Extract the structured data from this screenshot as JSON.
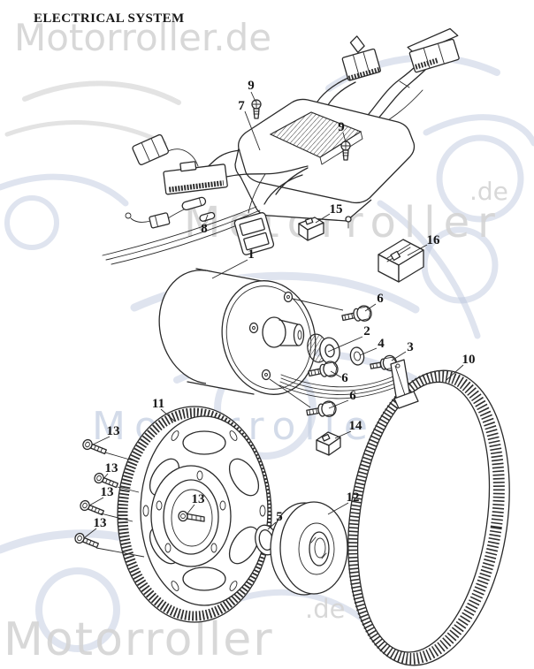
{
  "page": {
    "title": "ELECTRICAL SYSTEM"
  },
  "watermark": {
    "full": "Motorroller.de",
    "brand": "Motorroller",
    "tld": ".de"
  },
  "colors": {
    "ink": "#161616",
    "line": "#2a2a2a",
    "watermark_gray": "#d4d4d4",
    "watermark_blue": "#c9d3e4",
    "swoosh_blue": "#b7c4dc"
  },
  "callouts": [
    {
      "id": "screw-9-left",
      "label": "9"
    },
    {
      "id": "controller-7",
      "label": "7"
    },
    {
      "id": "screw-9-right",
      "label": "9"
    },
    {
      "id": "terminal-8",
      "label": "8"
    },
    {
      "id": "relay-15",
      "label": "15"
    },
    {
      "id": "connector-16",
      "label": "16"
    },
    {
      "id": "stator-1",
      "label": "1"
    },
    {
      "id": "bolt-6-upper",
      "label": "6"
    },
    {
      "id": "pulley-2",
      "label": "2"
    },
    {
      "id": "washer-4",
      "label": "4"
    },
    {
      "id": "bolt-3",
      "label": "3"
    },
    {
      "id": "bolt-6-middle",
      "label": "6"
    },
    {
      "id": "belt-10",
      "label": "10"
    },
    {
      "id": "bolt-6-lower",
      "label": "6"
    },
    {
      "id": "wheel-11",
      "label": "11"
    },
    {
      "id": "block-14",
      "label": "14"
    },
    {
      "id": "bolt-13-a",
      "label": "13"
    },
    {
      "id": "bolt-13-b",
      "label": "13"
    },
    {
      "id": "bolt-13-c",
      "label": "13"
    },
    {
      "id": "bolt-13-d",
      "label": "13"
    },
    {
      "id": "bolt-13-center",
      "label": "13"
    },
    {
      "id": "ring-5",
      "label": "5"
    },
    {
      "id": "pulley-12",
      "label": "12"
    }
  ]
}
